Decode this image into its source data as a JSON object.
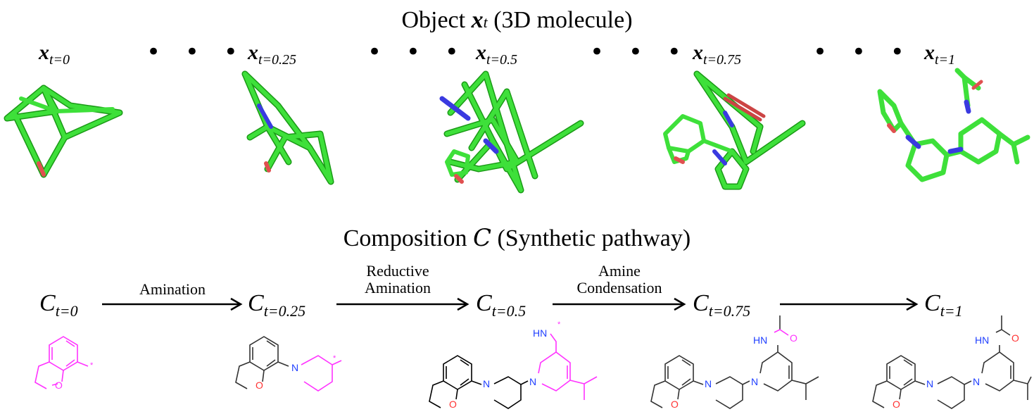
{
  "title_top": {
    "text": "Object ",
    "var": "x",
    "sub": "t",
    "rest": " (3D molecule)"
  },
  "objects": [
    {
      "var": "x",
      "sub": "t=0"
    },
    {
      "var": "x",
      "sub": "t=0.25"
    },
    {
      "var": "x",
      "sub": "t=0.5"
    },
    {
      "var": "x",
      "sub": "t=0.75"
    },
    {
      "var": "x",
      "sub": "t=1"
    }
  ],
  "ellipsis": "• • •",
  "title_bottom": {
    "text": "Composition ",
    "var": "C",
    "rest": " (Synthetic pathway)"
  },
  "compositions": [
    {
      "var": "C",
      "sub": "t=0"
    },
    {
      "var": "C",
      "sub": "t=0.25"
    },
    {
      "var": "C",
      "sub": "t=0.5"
    },
    {
      "var": "C",
      "sub": "t=0.75"
    },
    {
      "var": "C",
      "sub": "t=1"
    }
  ],
  "reactions": [
    {
      "line1": "",
      "line2": "Amination"
    },
    {
      "line1": "Reductive",
      "line2": "Amination"
    },
    {
      "line1": "Amine",
      "line2": "Condensation"
    },
    {
      "line1": "",
      "line2": ""
    }
  ],
  "atoms": {
    "N": "N",
    "O": "O",
    "HN": "HN",
    "star": "*"
  },
  "colors": {
    "carbon": "#3ee03a",
    "carbon_dark": "#1a9a16",
    "nitrogen": "#3a3ae0",
    "oxygen": "#e05050",
    "new_fragment": "#ff33ff",
    "bond": "#333333",
    "n_2d": "#1f3fff",
    "o_2d": "#ff3333"
  }
}
